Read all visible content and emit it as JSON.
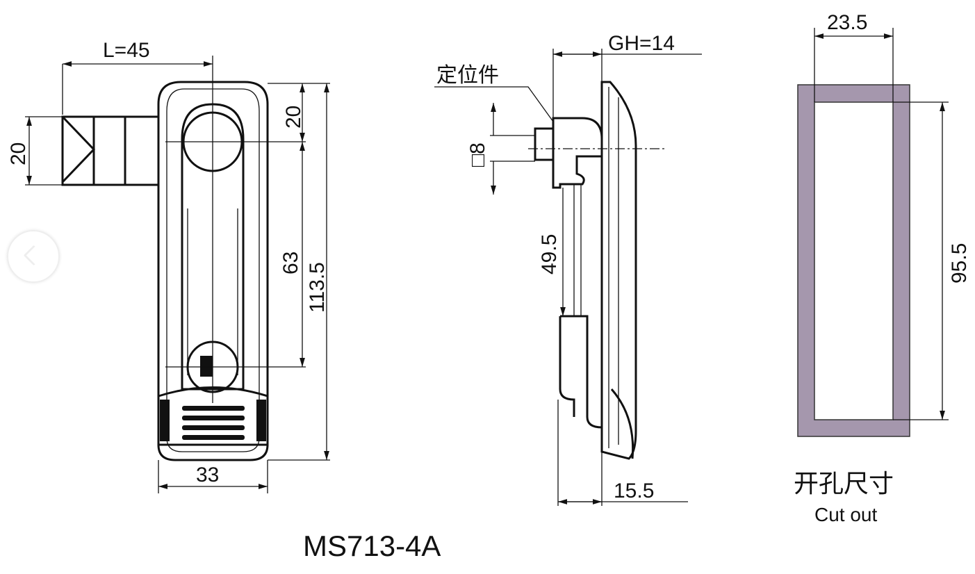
{
  "model": "MS713-4A",
  "front_view": {
    "dim_length": "L=45",
    "dim_handle_height": "20",
    "dim_top": "20",
    "dim_center": "63",
    "dim_total": "113.5",
    "dim_width": "33"
  },
  "side_view": {
    "label_locator": "定位件",
    "dim_gh": "GH=14",
    "dim_square": "□8",
    "dim_49": "49.5",
    "dim_depth": "15.5"
  },
  "cutout": {
    "dim_width": "23.5",
    "dim_height": "95.5",
    "label_cn": "开孔尺寸",
    "label_en": "Cut out",
    "fill_color": "#a597ad"
  },
  "nav": {
    "prev_icon": "chevron-left-icon"
  }
}
